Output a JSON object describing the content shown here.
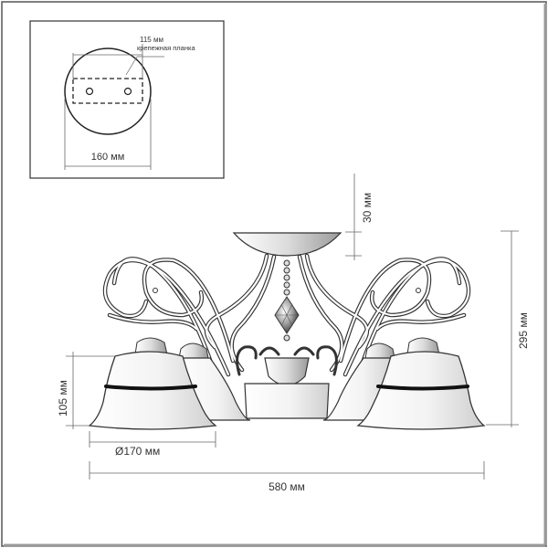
{
  "drawing": {
    "mount_plate_width": "115 мм",
    "mount_plate_label": "крепежная планка",
    "base_diameter": "160 мм",
    "canopy_height": "30 мм",
    "total_height": "295 мм",
    "shade_height": "105 мм",
    "shade_diameter": "Ø170 мм",
    "total_width": "580 мм"
  }
}
